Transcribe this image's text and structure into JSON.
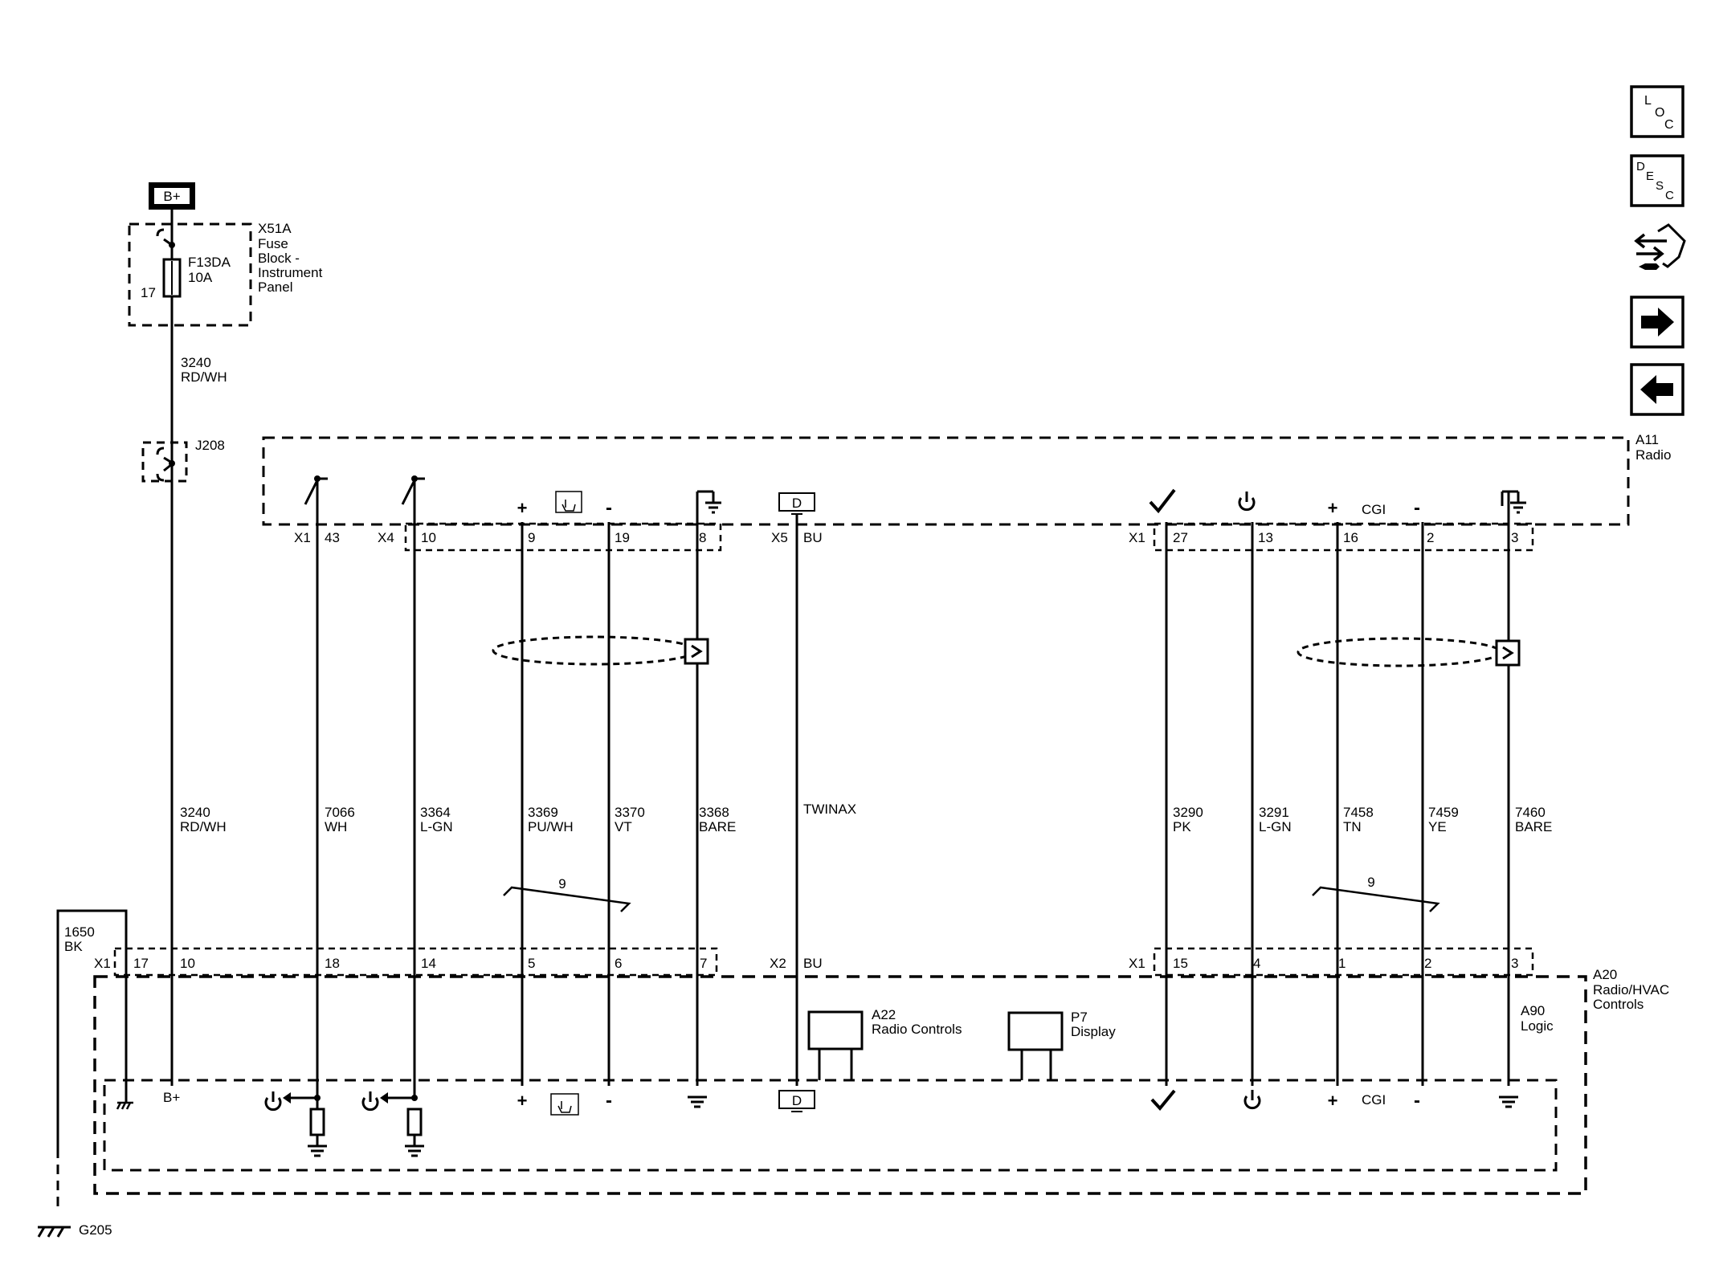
{
  "power": {
    "label": "B+"
  },
  "fuse_block": {
    "name": "X51A",
    "desc": [
      "Fuse",
      "Block -",
      "Instrument",
      "Panel"
    ],
    "fuse": "F13DA",
    "rating": "10A",
    "pin": "17"
  },
  "wire_top": {
    "circuit": "3240",
    "color": "RD/WH"
  },
  "splice": {
    "name": "J208"
  },
  "radio": {
    "name": "A11",
    "desc": "Radio",
    "cgi_label": "CGI"
  },
  "controls": {
    "name": "A20",
    "desc": [
      "Radio/HVAC",
      "Controls"
    ]
  },
  "logic": {
    "name": "A90",
    "desc": "Logic"
  },
  "radio_controls": {
    "name": "A22",
    "desc": "Radio Controls"
  },
  "display": {
    "name": "P7",
    "desc": "Display"
  },
  "ground": {
    "circuit": "1650",
    "color": "BK",
    "name": "G205"
  },
  "conn_top": {
    "x1a": "X1",
    "x4": "X4",
    "x5": "X5",
    "x1b": "X1",
    "pins": [
      "43",
      "10",
      "9",
      "19",
      "8",
      "BU",
      "27",
      "13",
      "16",
      "2",
      "3"
    ]
  },
  "conn_bottom": {
    "x1a": "X1",
    "x2": "X2",
    "x1b": "X1",
    "pins": [
      "17",
      "10",
      "18",
      "14",
      "5",
      "6",
      "7",
      "BU",
      "15",
      "4",
      "1",
      "2",
      "3"
    ]
  },
  "wires": [
    {
      "circuit": "3240",
      "color": "RD/WH"
    },
    {
      "circuit": "7066",
      "color": "WH"
    },
    {
      "circuit": "3364",
      "color": "L-GN"
    },
    {
      "circuit": "3369",
      "color": "PU/WH"
    },
    {
      "circuit": "3370",
      "color": "VT"
    },
    {
      "circuit": "3368",
      "color": "BARE"
    },
    {
      "circuit": "TWINAX",
      "color": ""
    },
    {
      "circuit": "3290",
      "color": "PK"
    },
    {
      "circuit": "3291",
      "color": "L-GN"
    },
    {
      "circuit": "7458",
      "color": "TN"
    },
    {
      "circuit": "7459",
      "color": "YE"
    },
    {
      "circuit": "7460",
      "color": "BARE"
    }
  ],
  "twist_counts": [
    "9",
    "9"
  ],
  "internal": {
    "bplus": "B+",
    "cgi": "CGI"
  },
  "symbols": {
    "plus": "+",
    "minus": "-",
    "display_d": "D"
  },
  "nav": {
    "loc": [
      "L",
      "O",
      "C"
    ],
    "desc": [
      "D",
      "E",
      "S",
      "C"
    ],
    "connector_icon": "connector-icon",
    "next_icon": "arrow-right-icon",
    "prev_icon": "arrow-left-icon"
  }
}
